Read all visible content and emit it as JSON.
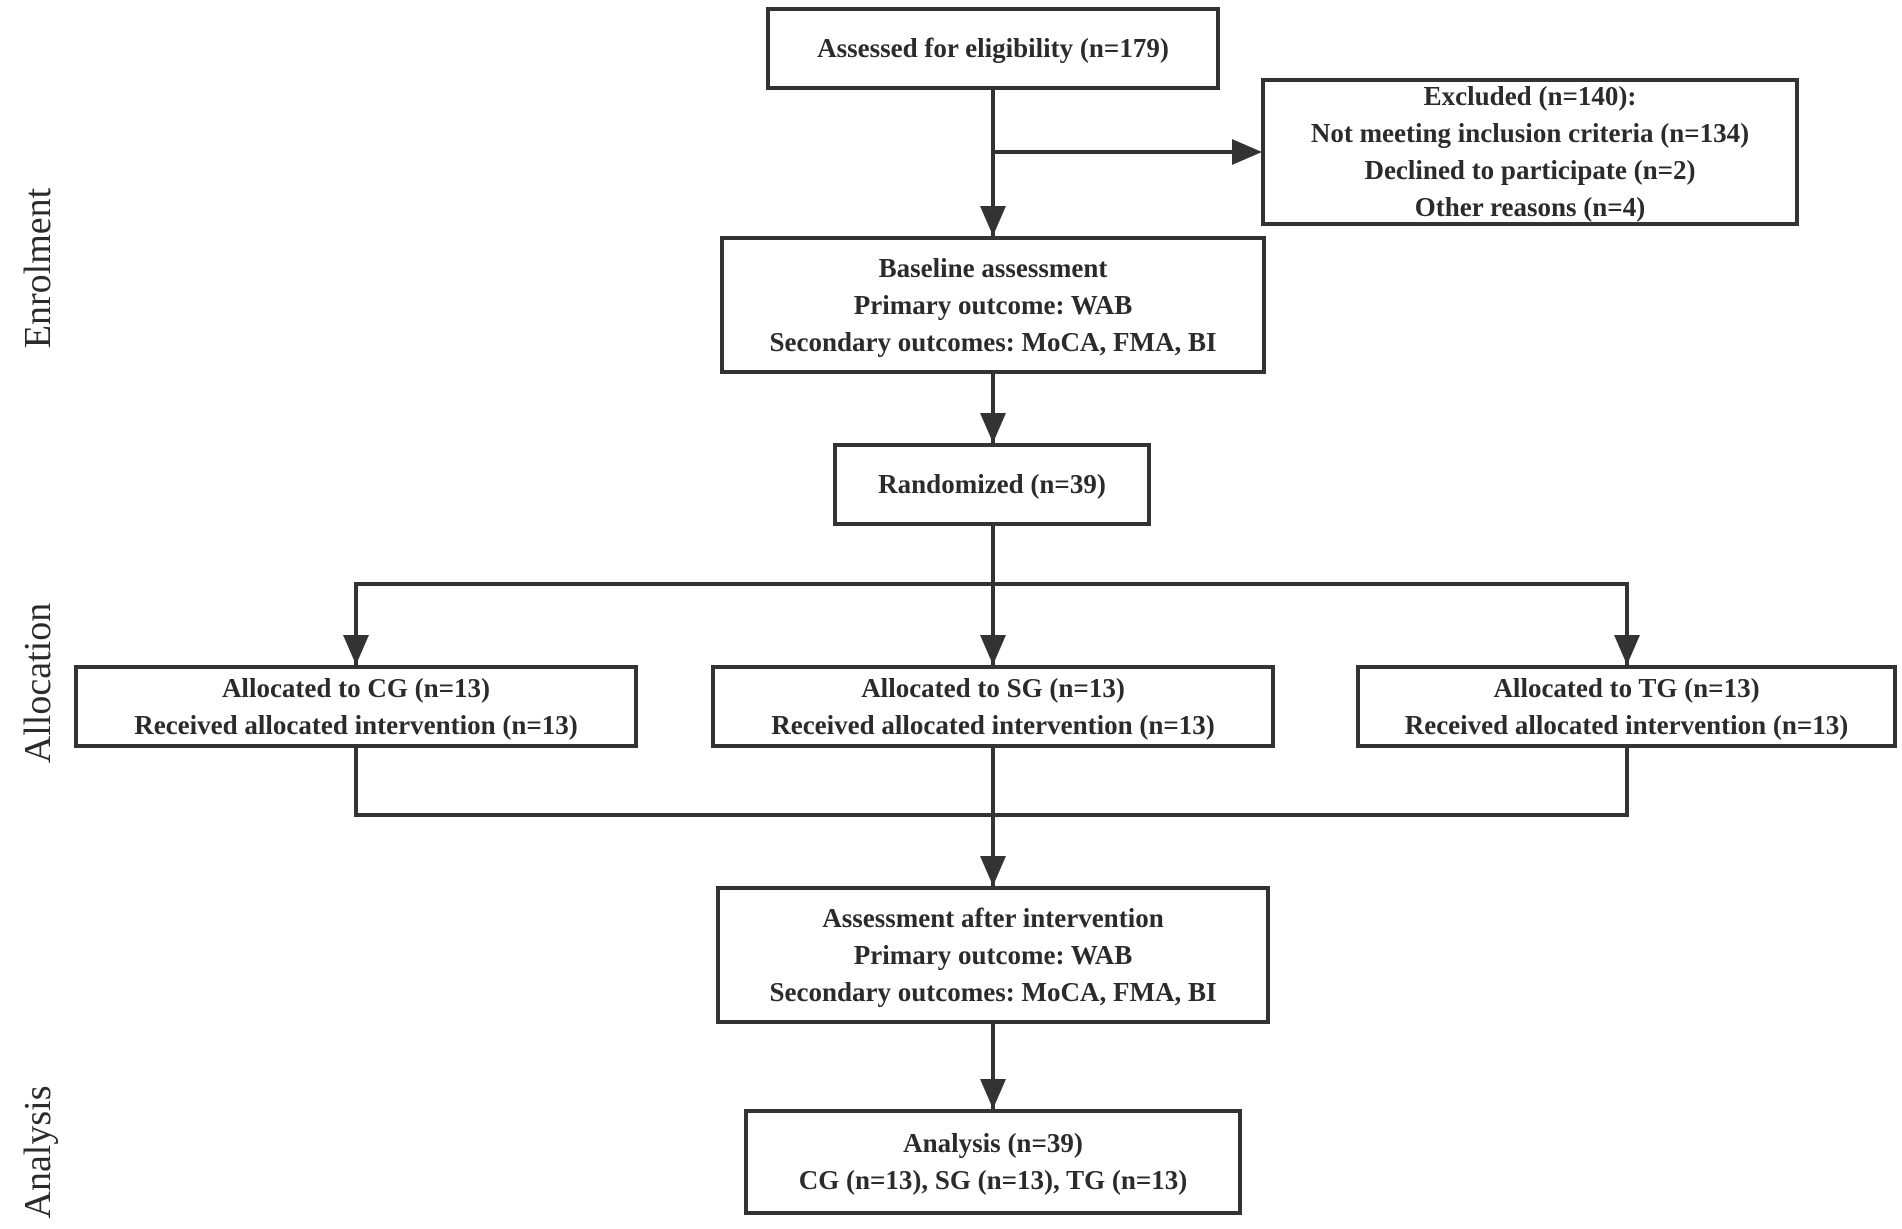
{
  "colors": {
    "line": "#333333",
    "text": "#2b2b2b",
    "background": "#ffffff"
  },
  "phases": {
    "enrolment": "Enrolment",
    "allocation": "Allocation",
    "analysis": "Analysis"
  },
  "eligibility": {
    "line1": "Assessed for eligibility (n=179)"
  },
  "excluded": {
    "line1": "Excluded (n=140):",
    "line2": "Not meeting inclusion criteria (n=134)",
    "line3": "Declined to participate (n=2)",
    "line4": "Other reasons (n=4)"
  },
  "baseline": {
    "line1": "Baseline assessment",
    "line2": "Primary outcome: WAB",
    "line3": "Secondary outcomes: MoCA, FMA, BI"
  },
  "randomized": {
    "line1": "Randomized (n=39)"
  },
  "allocated_cg": {
    "line1": "Allocated to CG (n=13)",
    "line2": "Received allocated intervention (n=13)"
  },
  "allocated_sg": {
    "line1": "Allocated to SG (n=13)",
    "line2": "Received allocated intervention (n=13)"
  },
  "allocated_tg": {
    "line1": "Allocated to TG (n=13)",
    "line2": "Received allocated intervention (n=13)"
  },
  "post": {
    "line1": "Assessment after intervention",
    "line2": "Primary outcome: WAB",
    "line3": "Secondary outcomes: MoCA, FMA, BI"
  },
  "analysis": {
    "line1": "Analysis (n=39)",
    "line2": "CG (n=13), SG (n=13), TG (n=13)"
  }
}
